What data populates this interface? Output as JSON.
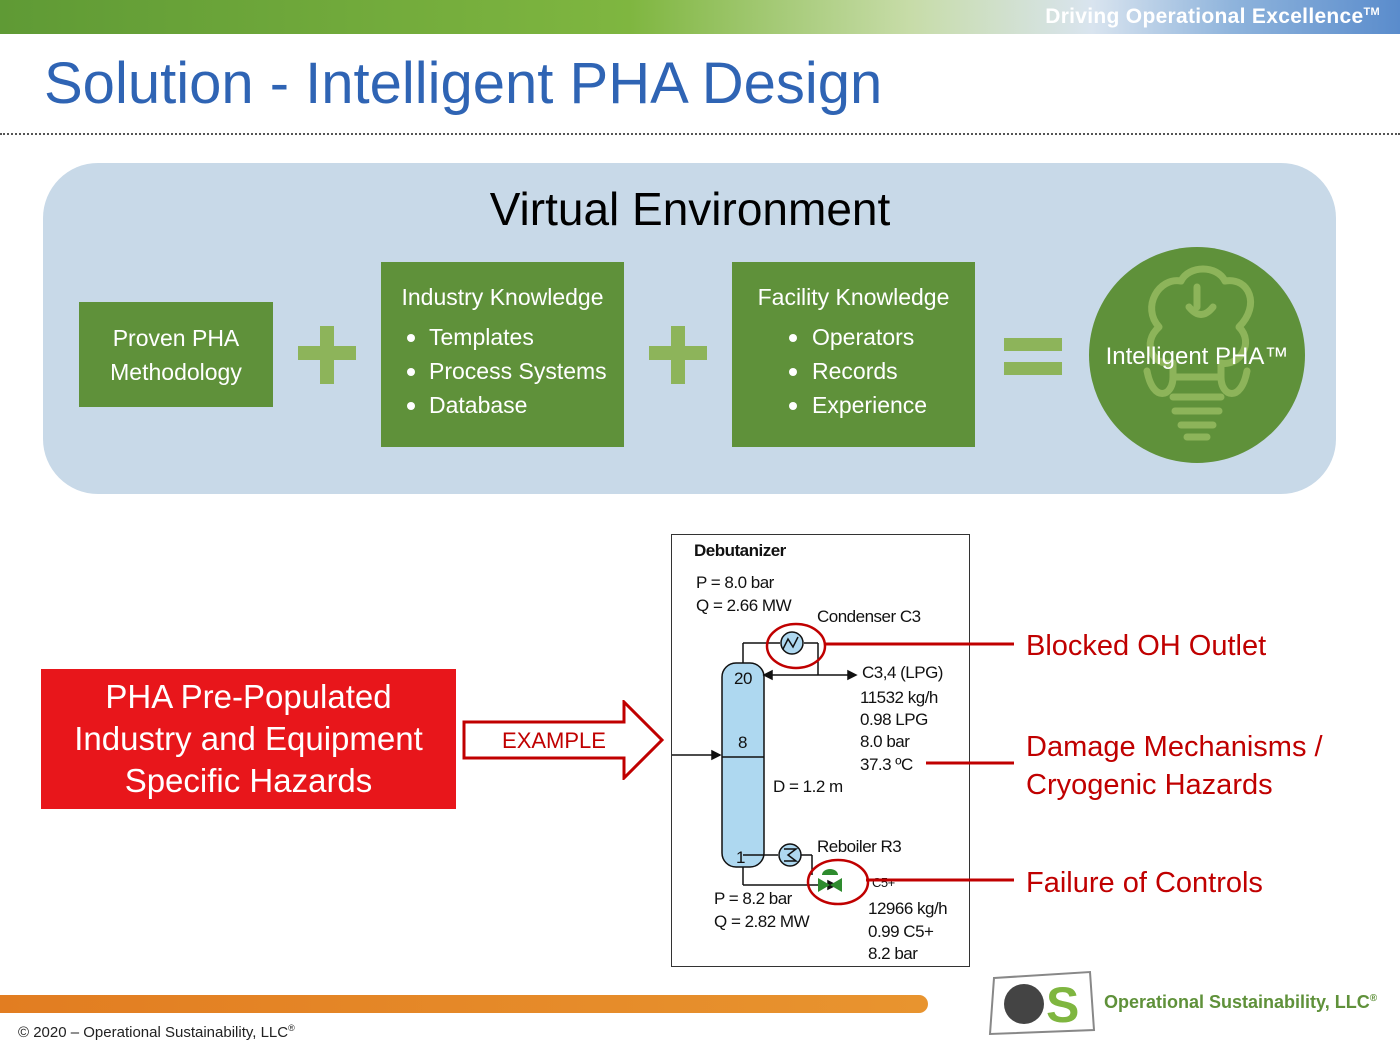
{
  "header": {
    "tagline": "Driving Operational Excellence",
    "tagline_tm": "TM",
    "title": "Solution - Intelligent PHA Design"
  },
  "environment": {
    "title": "Virtual Environment",
    "box1": {
      "line1": "Proven PHA",
      "line2": "Methodology"
    },
    "box2": {
      "heading": "Industry Knowledge",
      "items": [
        "Templates",
        "Process Systems",
        "Database"
      ]
    },
    "box3": {
      "heading": "Facility Knowledge",
      "items": [
        "Operators",
        "Records",
        "Experience"
      ]
    },
    "result": "Intelligent PHA™",
    "colors": {
      "box": "#5f913a",
      "operator": "#8db45a",
      "panel": "#c8d9e8"
    }
  },
  "hazards_box": {
    "line1": "PHA Pre-Populated",
    "line2": "Industry and Equipment",
    "line3": "Specific Hazards"
  },
  "example_label": "EXAMPLE",
  "diagram": {
    "title": "Debutanizer",
    "top_pressure": "P = 8.0 bar",
    "top_duty": "Q = 2.66 MW",
    "condenser": "Condenser C3",
    "product_top": "C3,4 (LPG)",
    "flow_top": "11532 kg/h",
    "purity_top": "0.98 LPG",
    "pressure_top_product": "8.0 bar",
    "temp_top": "37.3 ºC",
    "tray_top": "20",
    "tray_feed": "8",
    "tray_bottom": "1",
    "diameter": "D = 1.2 m",
    "reboiler": "Reboiler R3",
    "bottom_pressure": "P = 8.2 bar",
    "bottom_duty": "Q = 2.82 MW",
    "product_bottom": "C5+",
    "flow_bottom": "12966 kg/h",
    "purity_bottom": "0.99 C5+",
    "pressure_bottom_product": "8.2 bar"
  },
  "callouts": {
    "blocked": "Blocked OH Outlet",
    "damage_line1": "Damage Mechanisms /",
    "damage_line2": "Cryogenic Hazards",
    "controls": "Failure of Controls"
  },
  "footer": {
    "copyright": "© 2020 – Operational Sustainability, LLC",
    "reg": "®"
  },
  "logo": {
    "text": "OS",
    "company": "Operational Sustainability, LLC",
    "reg": "®"
  }
}
